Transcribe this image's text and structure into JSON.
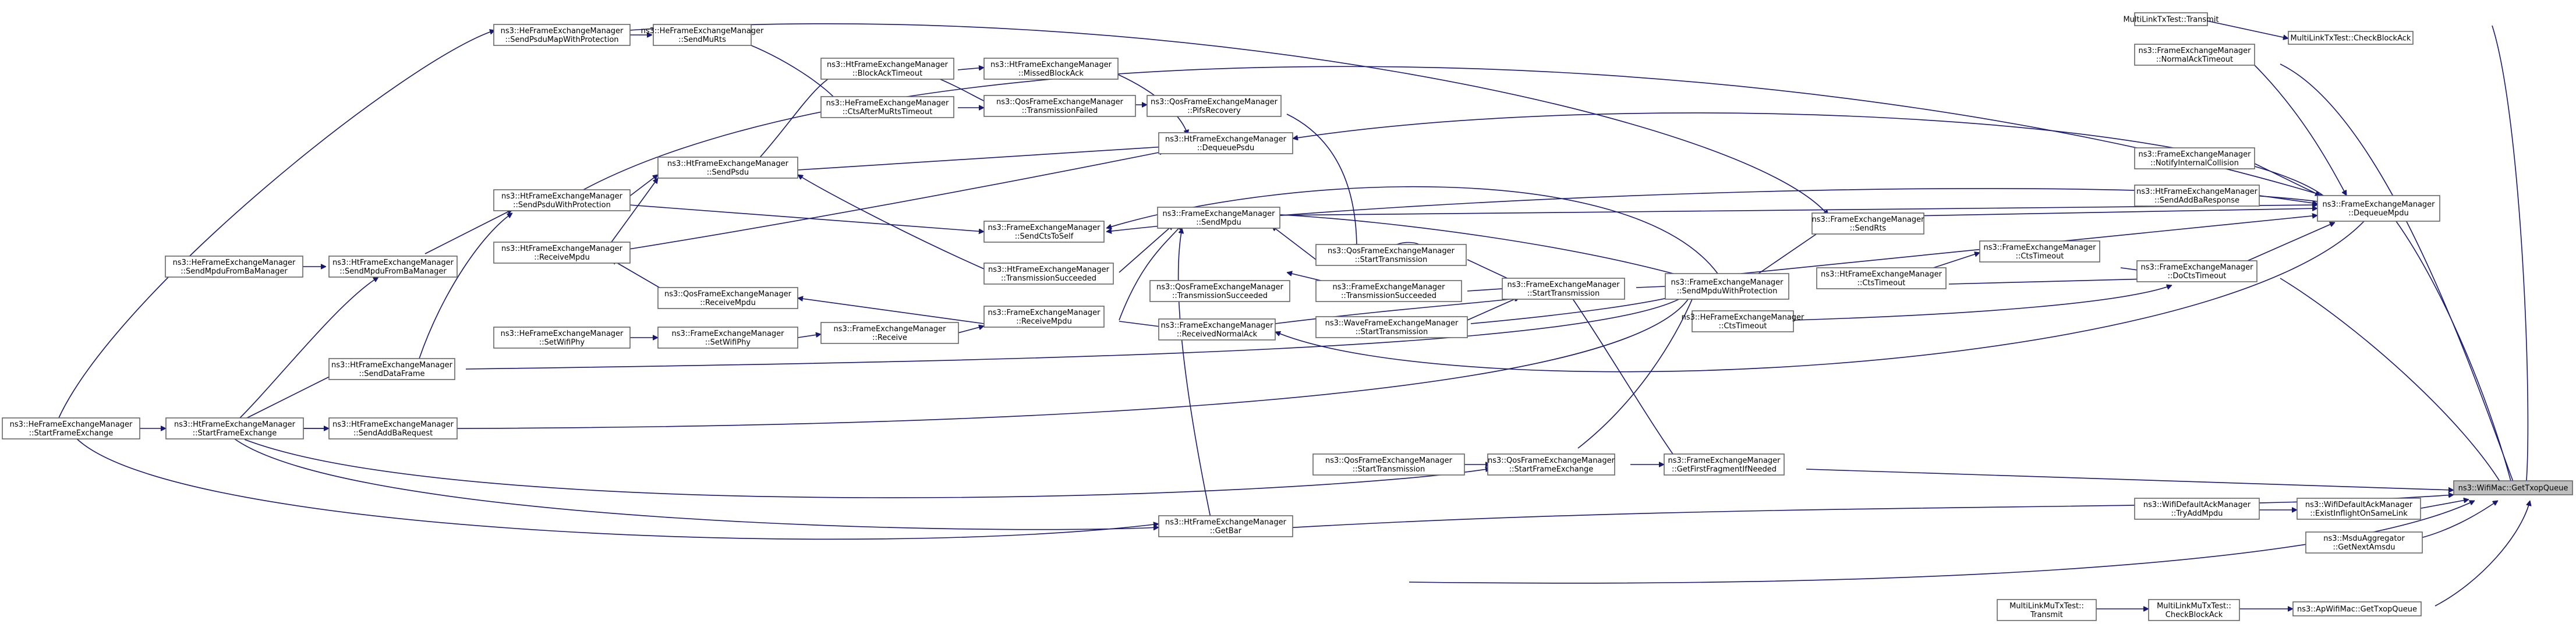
{
  "graph": {
    "nodes": [
      {
        "id": "n1",
        "lines": [
          "ns3::WifiMac::GetTxopQueue"
        ],
        "highlight": true
      },
      {
        "id": "n2",
        "lines": [
          "MultiLinkTxTest::Transmit"
        ]
      },
      {
        "id": "n3",
        "lines": [
          "MultiLinkTxTest::CheckBlockAck"
        ]
      },
      {
        "id": "n4",
        "lines": [
          "ns3::FrameExchangeManager",
          "::NormalAckTimeout"
        ]
      },
      {
        "id": "n5",
        "lines": [
          "ns3::FrameExchangeManager",
          "::NotifyInternalCollision"
        ]
      },
      {
        "id": "n6",
        "lines": [
          "ns3::HtFrameExchangeManager",
          "::SendAddBaResponse"
        ]
      },
      {
        "id": "n7",
        "lines": [
          "ns3::FrameExchangeManager",
          "::DequeueMpdu"
        ]
      },
      {
        "id": "n8",
        "lines": [
          "ns3::FrameExchangeManager",
          "::SendRts"
        ]
      },
      {
        "id": "n9",
        "lines": [
          "ns3::FrameExchangeManager",
          "::CtsTimeout"
        ]
      },
      {
        "id": "n10",
        "lines": [
          "ns3::FrameExchangeManager",
          "::DoCtsTimeout"
        ]
      },
      {
        "id": "n11",
        "lines": [
          "ns3::HtFrameExchangeManager",
          "::CtsTimeout"
        ]
      },
      {
        "id": "n12",
        "lines": [
          "ns3::HeFrameExchangeManager",
          "::CtsTimeout"
        ]
      },
      {
        "id": "n13",
        "lines": [
          "ns3::FrameExchangeManager",
          "::SendMpduWithProtection"
        ]
      },
      {
        "id": "n14",
        "lines": [
          "ns3::FrameExchangeManager",
          "::StartTransmission"
        ]
      },
      {
        "id": "n15",
        "lines": [
          "ns3::FrameExchangeManager",
          "::GetFirstFragmentIfNeeded"
        ]
      },
      {
        "id": "n16",
        "lines": [
          "ns3::QosFrameExchangeManager",
          "::StartFrameExchange"
        ]
      },
      {
        "id": "n17",
        "lines": [
          "ns3::QosFrameExchangeManager",
          "::StartTransmission"
        ]
      },
      {
        "id": "n18",
        "lines": [
          "ns3::QosFrameExchangeManager",
          "::StartTransmission"
        ]
      },
      {
        "id": "n19",
        "lines": [
          "ns3::FrameExchangeManager",
          "::TransmissionSucceeded"
        ]
      },
      {
        "id": "n20",
        "lines": [
          "ns3::QosFrameExchangeManager",
          "::TransmissionSucceeded"
        ]
      },
      {
        "id": "n21",
        "lines": [
          "ns3::WaveFrameExchangeManager",
          "::StartTransmission"
        ]
      },
      {
        "id": "n22",
        "lines": [
          "ns3::FrameExchangeManager",
          "::ReceivedNormalAck"
        ]
      },
      {
        "id": "n23",
        "lines": [
          "ns3::FrameExchangeManager",
          "::SendMpdu"
        ]
      },
      {
        "id": "n24",
        "lines": [
          "ns3::HtFrameExchangeManager",
          "::DequeuePsdu"
        ]
      },
      {
        "id": "n25",
        "lines": [
          "ns3::QosFrameExchangeManager",
          "::PifsRecovery"
        ]
      },
      {
        "id": "n26",
        "lines": [
          "ns3::QosFrameExchangeManager",
          "::TransmissionFailed"
        ]
      },
      {
        "id": "n27",
        "lines": [
          "ns3::HtFrameExchangeManager",
          "::MissedBlockAck"
        ]
      },
      {
        "id": "n28",
        "lines": [
          "ns3::HtFrameExchangeManager",
          "::BlockAckTimeout"
        ]
      },
      {
        "id": "n29",
        "lines": [
          "ns3::HeFrameExchangeManager",
          "::CtsAfterMuRtsTimeout"
        ]
      },
      {
        "id": "n30",
        "lines": [
          "ns3::HeFrameExchangeManager",
          "::SendMuRts"
        ]
      },
      {
        "id": "n31",
        "lines": [
          "ns3::HeFrameExchangeManager",
          "::SendPsduMapWithProtection"
        ]
      },
      {
        "id": "n32",
        "lines": [
          "ns3::HtFrameExchangeManager",
          "::SendPsdu"
        ]
      },
      {
        "id": "n33",
        "lines": [
          "ns3::HtFrameExchangeManager",
          "::SendPsduWithProtection"
        ]
      },
      {
        "id": "n34",
        "lines": [
          "ns3::FrameExchangeManager",
          "::SendCtsToSelf"
        ]
      },
      {
        "id": "n35",
        "lines": [
          "ns3::HtFrameExchangeManager",
          "::TransmissionSucceeded"
        ]
      },
      {
        "id": "n36",
        "lines": [
          "ns3::HtFrameExchangeManager",
          "::ReceiveMpdu"
        ]
      },
      {
        "id": "n37",
        "lines": [
          "ns3::QosFrameExchangeManager",
          "::ReceiveMpdu"
        ]
      },
      {
        "id": "n38",
        "lines": [
          "ns3::FrameExchangeManager",
          "::ReceiveMpdu"
        ]
      },
      {
        "id": "n39",
        "lines": [
          "ns3::FrameExchangeManager",
          "::Receive"
        ]
      },
      {
        "id": "n40",
        "lines": [
          "ns3::FrameExchangeManager",
          "::SetWifiPhy"
        ]
      },
      {
        "id": "n41",
        "lines": [
          "ns3::HeFrameExchangeManager",
          "::SetWifiPhy"
        ]
      },
      {
        "id": "n42",
        "lines": [
          "ns3::HtFrameExchangeManager",
          "::SendMpduFromBaManager"
        ]
      },
      {
        "id": "n43",
        "lines": [
          "ns3::HeFrameExchangeManager",
          "::SendMpduFromBaManager"
        ]
      },
      {
        "id": "n44",
        "lines": [
          "ns3::HtFrameExchangeManager",
          "::SendDataFrame"
        ]
      },
      {
        "id": "n45",
        "lines": [
          "ns3::HtFrameExchangeManager",
          "::StartFrameExchange"
        ]
      },
      {
        "id": "n46",
        "lines": [
          "ns3::HeFrameExchangeManager",
          "::StartFrameExchange"
        ]
      },
      {
        "id": "n47",
        "lines": [
          "ns3::HtFrameExchangeManager",
          "::SendAddBaRequest"
        ]
      },
      {
        "id": "n48",
        "lines": [
          "ns3::HtFrameExchangeManager",
          "::GetBar"
        ]
      },
      {
        "id": "n49",
        "lines": [
          "ns3::WifiDefaultAckManager",
          "::TryAddMpdu"
        ]
      },
      {
        "id": "n50",
        "lines": [
          "ns3::WifiDefaultAckManager",
          "::ExistInflightOnSameLink"
        ]
      },
      {
        "id": "n51",
        "lines": [
          "ns3::MsduAggregator",
          "::GetNextAmsdu"
        ]
      },
      {
        "id": "n52",
        "lines": [
          "MultiLinkMuTxTest::",
          "Transmit"
        ]
      },
      {
        "id": "n53",
        "lines": [
          "MultiLinkMuTxTest::",
          "CheckBlockAck"
        ]
      },
      {
        "id": "n54",
        "lines": [
          "ns3::ApWifiMac::GetTxopQueue"
        ]
      }
    ]
  }
}
